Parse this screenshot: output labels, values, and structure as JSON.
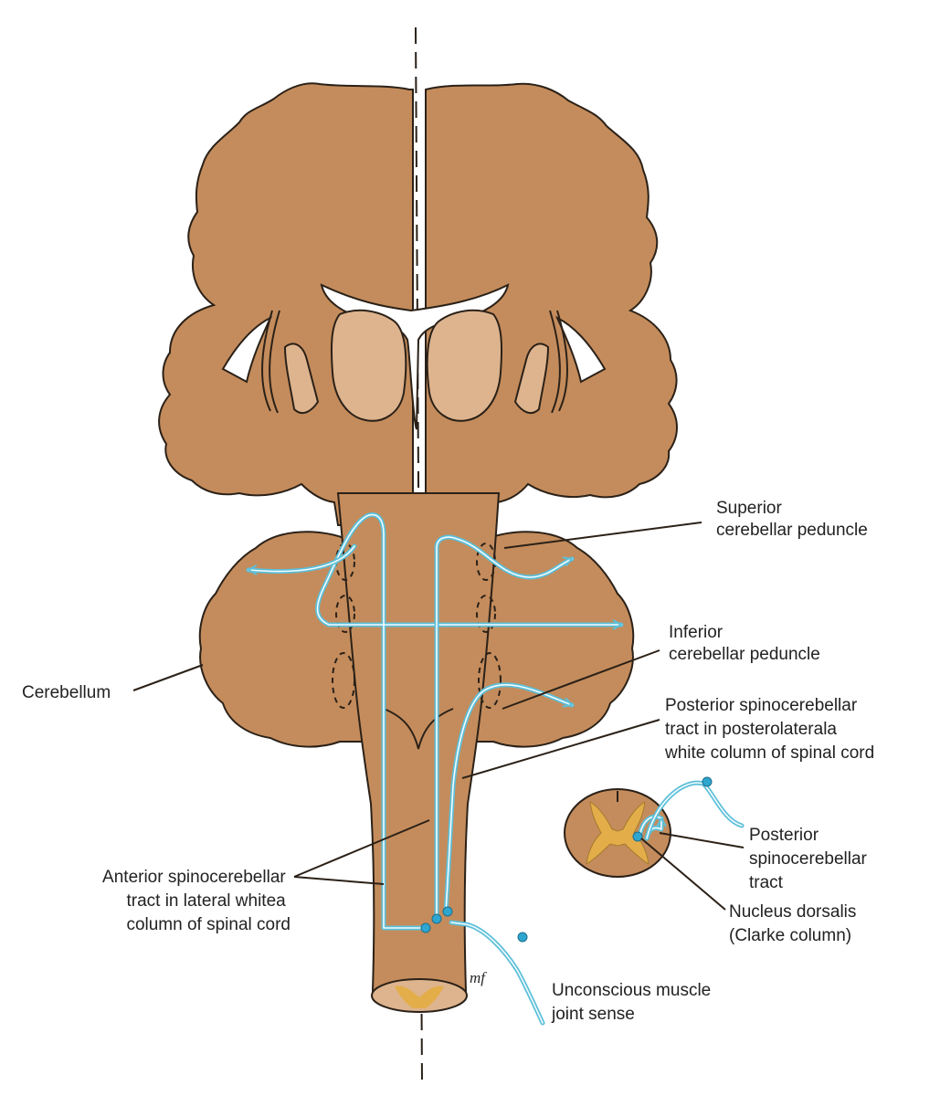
{
  "colors": {
    "tissue": "#c48c5c",
    "tissue_light": "#ddb48e",
    "outline": "#2b2118",
    "tract": "#5bbfd9",
    "tract_core": "#f4fbfd",
    "gray_matter": "#e3ae4a",
    "background": "#ffffff"
  },
  "labels": {
    "superior_peduncle": [
      "Superior",
      "cerebellar peduncle"
    ],
    "inferior_peduncle": [
      "Inferior",
      "cerebellar peduncle"
    ],
    "cerebellum": [
      "Cerebellum"
    ],
    "posterior_tract_cord": [
      "Posterior spinocerebellar",
      "tract in posterolaterala",
      "white column of spinal cord"
    ],
    "anterior_tract": [
      "Anterior spinocerebellar",
      "tract in lateral whitea",
      "column of spinal cord"
    ],
    "posterior_tract_section": [
      "Posterior",
      "spinocerebellar",
      "tract"
    ],
    "nucleus_dorsalis": [
      "Nucleus dorsalis",
      "(Clarke column)"
    ],
    "unconscious_sense": [
      "Unconscious muscle",
      "joint sense"
    ]
  },
  "signature": "mf",
  "icons": {
    "neuron_terminal": "arrowhead-terminal",
    "cell_body": "dot-cell-body"
  }
}
